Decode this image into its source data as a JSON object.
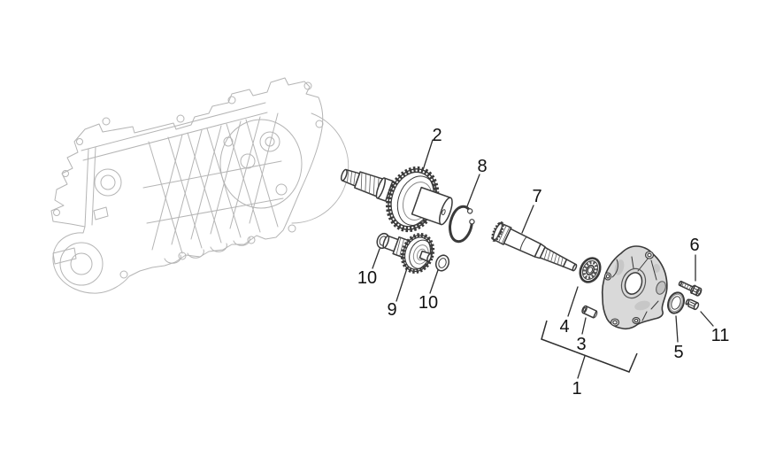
{
  "colors": {
    "background": "#ffffff",
    "part_outline": "#3a3a3a",
    "reference_art": "#b5b5b5",
    "cover_fill": "#d9d9d9",
    "label_text": "#111111",
    "leader_line": "#2e2e2e"
  },
  "callouts": [
    {
      "label": "2"
    },
    {
      "label": "8"
    },
    {
      "label": "7"
    },
    {
      "label": "10"
    },
    {
      "label": "9"
    },
    {
      "label": "10"
    },
    {
      "label": "4"
    },
    {
      "label": "3"
    },
    {
      "label": "1"
    },
    {
      "label": "5"
    },
    {
      "label": "6"
    },
    {
      "label": "11"
    }
  ]
}
